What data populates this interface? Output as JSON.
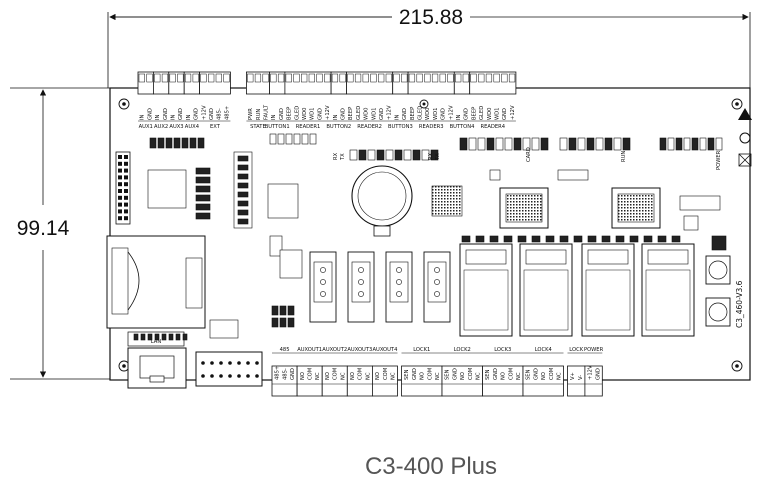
{
  "dimensions": {
    "width": "215.88",
    "height": "99.14"
  },
  "caption": "C3-400 Plus",
  "board": {
    "version": "C3_460-V3.6",
    "top_groups": [
      {
        "label": "AUX1",
        "pins": [
          "IN",
          "GND"
        ]
      },
      {
        "label": "AUX2",
        "pins": [
          "IN",
          "GND"
        ]
      },
      {
        "label": "AUX3",
        "pins": [
          "IN",
          "GND"
        ]
      },
      {
        "label": "AUX4",
        "pins": [
          "IN",
          "GND"
        ]
      },
      {
        "label": "EXT",
        "pins": [
          "+12V",
          "GND",
          "485-",
          "485+"
        ]
      },
      {
        "label": "STATE",
        "pins": [
          "PWR",
          "RUN",
          "FAULT"
        ]
      },
      {
        "label": "BUTTON1",
        "pins": [
          "IN",
          "GND"
        ]
      },
      {
        "label": "READER1",
        "pins": [
          "BEEP",
          "GLED",
          "WD0",
          "WD1",
          "GND",
          "+12V"
        ]
      },
      {
        "label": "BUTTON2",
        "pins": [
          "IN",
          "GND"
        ]
      },
      {
        "label": "READER2",
        "pins": [
          "BEEP",
          "GLED",
          "WD0",
          "WD1",
          "GND",
          "+12V"
        ]
      },
      {
        "label": "BUTTON3",
        "pins": [
          "IN",
          "GND"
        ]
      },
      {
        "label": "READER3",
        "pins": [
          "BEEP",
          "GLED",
          "WD0",
          "WD1",
          "GND",
          "+12V"
        ]
      },
      {
        "label": "BUTTON4",
        "pins": [
          "IN",
          "GND"
        ]
      },
      {
        "label": "READER4",
        "pins": [
          "BEEP",
          "GLED",
          "WD0",
          "WD1",
          "GND",
          "+12V"
        ]
      }
    ],
    "bottom_groups": [
      {
        "label": "485",
        "pins": [
          "485+",
          "485-",
          "GND"
        ]
      },
      {
        "label": "AUXOUT1",
        "pins": [
          "NO",
          "COM",
          "NC"
        ]
      },
      {
        "label": "AUXOUT2",
        "pins": [
          "NO",
          "COM",
          "NC"
        ]
      },
      {
        "label": "AUXOUT3",
        "pins": [
          "NO",
          "COM",
          "NC"
        ]
      },
      {
        "label": "AUXOUT4",
        "pins": [
          "NO",
          "COM",
          "NC"
        ]
      },
      {
        "label": "LOCK1",
        "pins": [
          "SEN",
          "GND",
          "NO",
          "COM",
          "NC"
        ]
      },
      {
        "label": "LOCK2",
        "pins": [
          "SEN",
          "GND",
          "NO",
          "COM",
          "NC"
        ]
      },
      {
        "label": "LOCK3",
        "pins": [
          "SEN",
          "GND",
          "NO",
          "COM",
          "NC"
        ]
      },
      {
        "label": "LOCK4",
        "pins": [
          "SEN",
          "GND",
          "NO",
          "COM",
          "NC"
        ]
      },
      {
        "label": "LOCK",
        "pins": [
          "V+",
          "V-"
        ]
      },
      {
        "label": "POWER",
        "pins": [
          "+12V",
          "GND"
        ]
      }
    ],
    "misc_labels": {
      "lan": "LAN",
      "rx": "RX",
      "tx": "TX",
      "rx2": "RX",
      "tx2": "TX",
      "card": "CARD",
      "run": "RUN",
      "power": "POWER"
    }
  }
}
